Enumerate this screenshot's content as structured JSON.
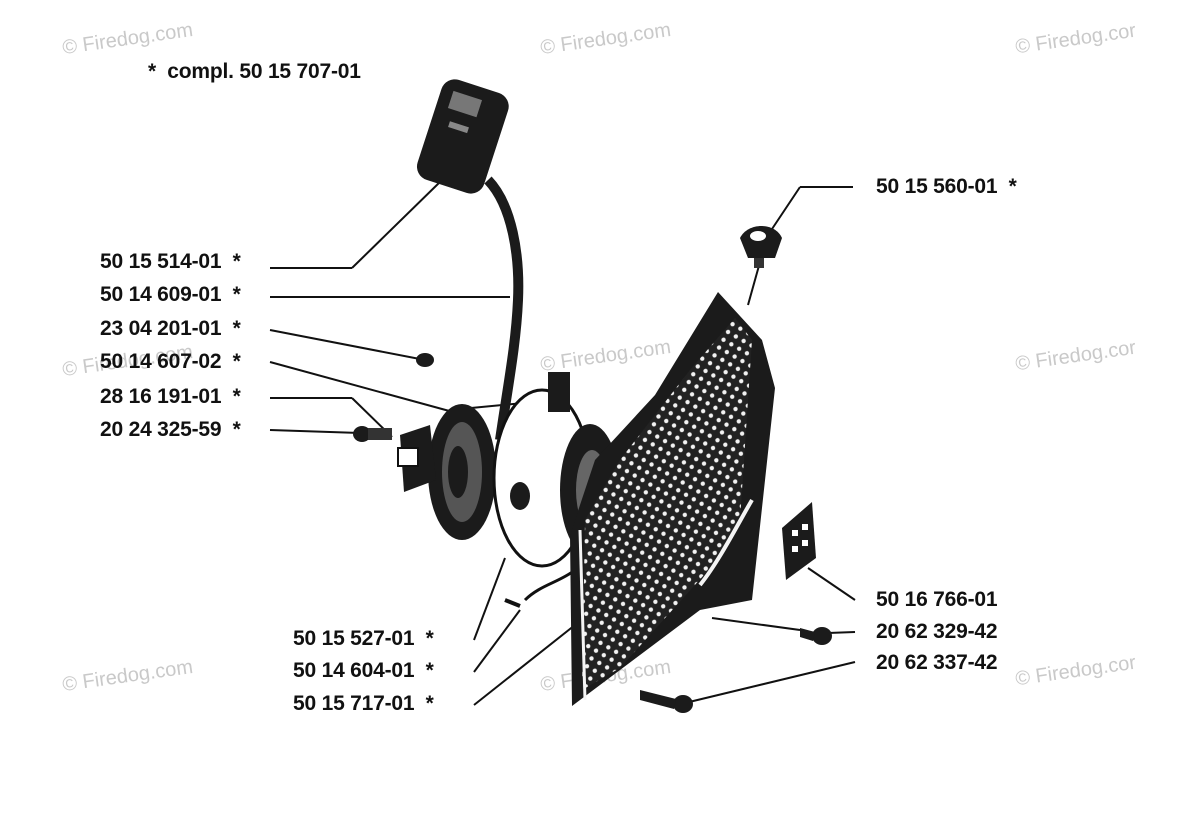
{
  "kit_note": "*  compl. 50 15 707-01",
  "watermark": "© Firedog.com",
  "watermark_cut": "© Firedog.cor",
  "parts_left": [
    "50 15 514-01  *",
    "50 14 609-01  *",
    "23 04 201-01  *",
    "50 14 607-02  *",
    "28 16 191-01  *",
    "20 24 325-59  *"
  ],
  "parts_bottom": [
    "50 15 527-01  *",
    "50 14 604-01  *",
    "50 15 717-01  *"
  ],
  "parts_right": {
    "top": "50 15 560-01  *",
    "r1": "50 16 766-01",
    "r2": "20 62 329-42",
    "r3": "20 62 337-42"
  }
}
